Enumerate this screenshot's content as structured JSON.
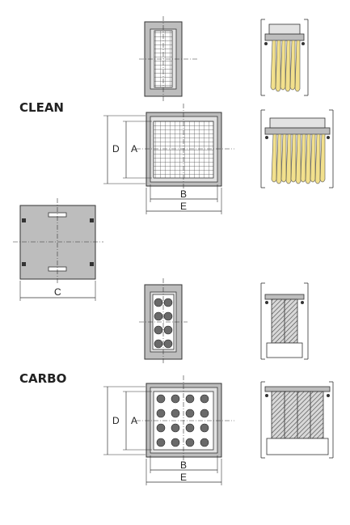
{
  "sections": {
    "clean": {
      "title": "CLEAN"
    },
    "carbo": {
      "title": "CARBO"
    }
  },
  "dimensions": {
    "a": "A",
    "b": "B",
    "c": "C",
    "d": "D",
    "e": "E"
  },
  "colors": {
    "frame_gray": "#bdbdbd",
    "inner_gray": "#e2e2e2",
    "line": "#333333",
    "bag_yellow": "#f2e08c",
    "carbon_dark": "#6a6a6a"
  }
}
